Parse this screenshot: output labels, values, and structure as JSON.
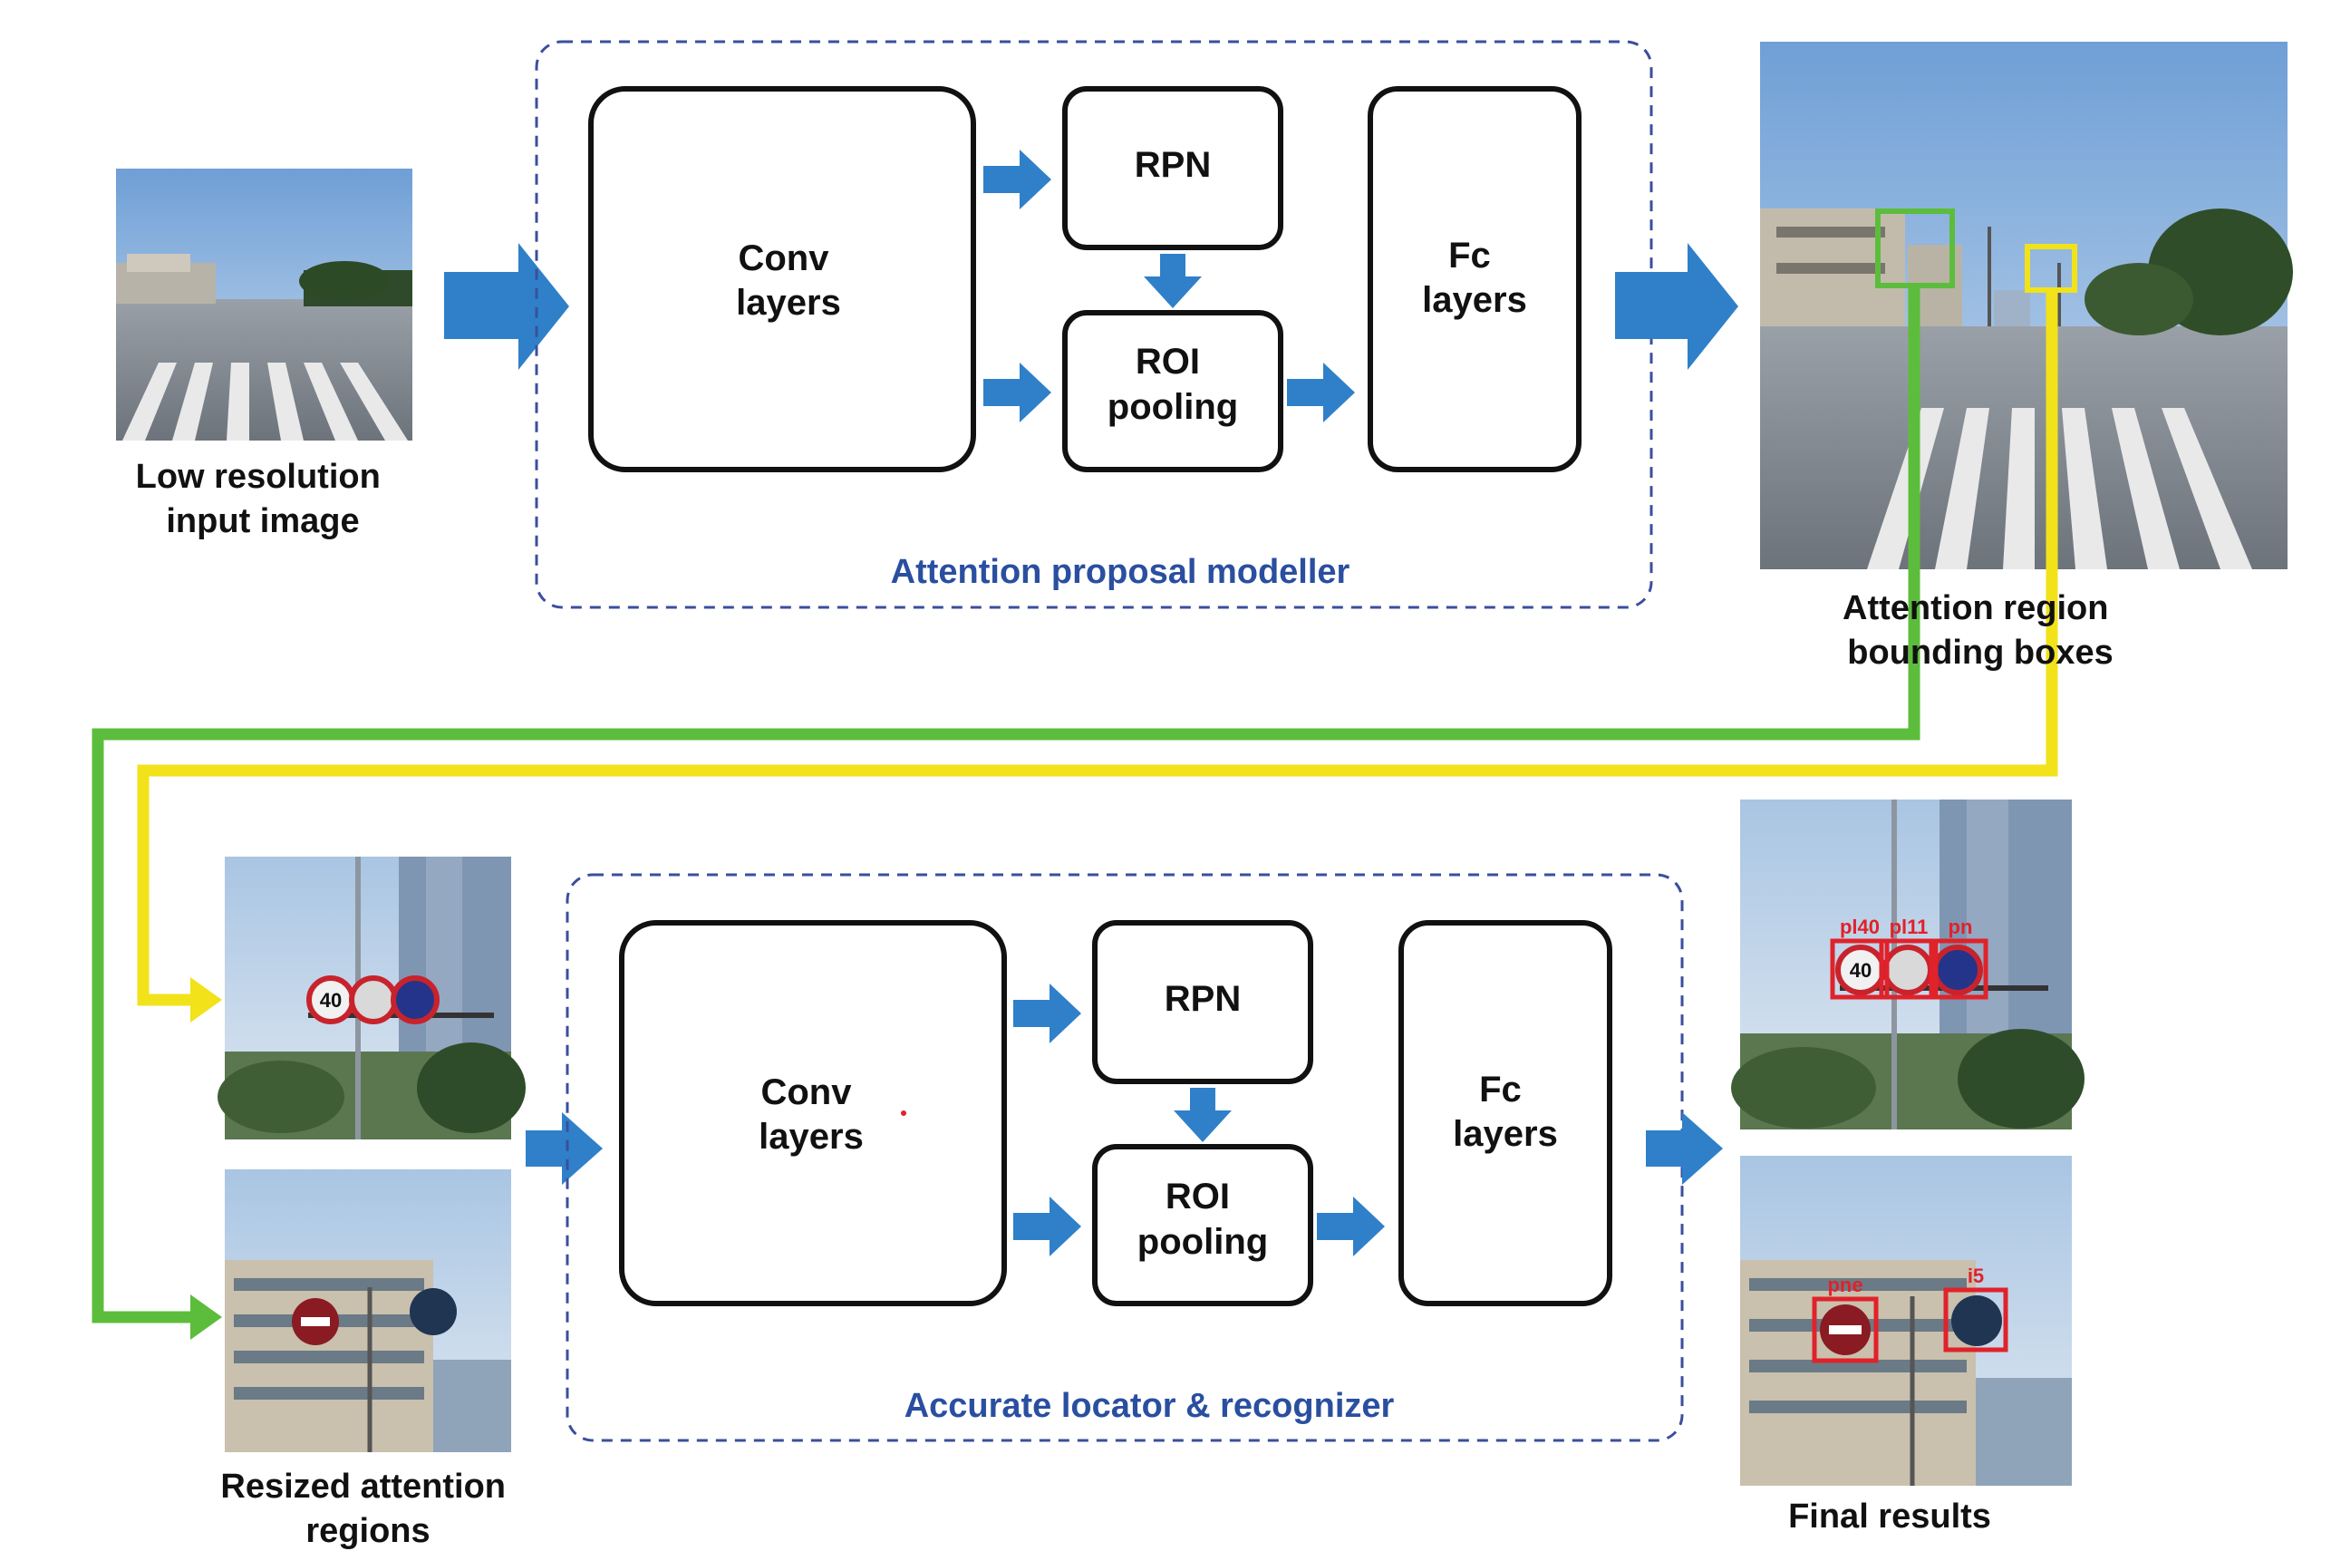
{
  "top": {
    "input_caption": [
      "Low resolution",
      "input image"
    ],
    "group_label": "Attention proposal modeller",
    "conv": [
      "Conv",
      "layers"
    ],
    "rpn": "RPN",
    "roi": [
      "ROI",
      "pooling"
    ],
    "fc": [
      "Fc",
      "layers"
    ],
    "output_caption": [
      "Attention region",
      "bounding boxes"
    ]
  },
  "bottom": {
    "input_caption": [
      "Resized attention",
      "regions"
    ],
    "group_label": "Accurate locator & recognizer",
    "conv": [
      "Conv",
      "layers"
    ],
    "rpn": "RPN",
    "roi": [
      "ROI",
      "pooling"
    ],
    "fc": [
      "Fc",
      "layers"
    ],
    "output_caption": "Final results"
  },
  "detections": {
    "upper": [
      "pl40",
      "pl11",
      "pn"
    ],
    "lower": [
      "pne",
      "i5"
    ],
    "sign_text": "40"
  },
  "colors": {
    "arrow": "#2f80c9",
    "green_path": "#5cbd3c",
    "yellow_path": "#f2e21a",
    "dashed_border": "#3a4f9c",
    "detection_box": "#e0222a"
  }
}
